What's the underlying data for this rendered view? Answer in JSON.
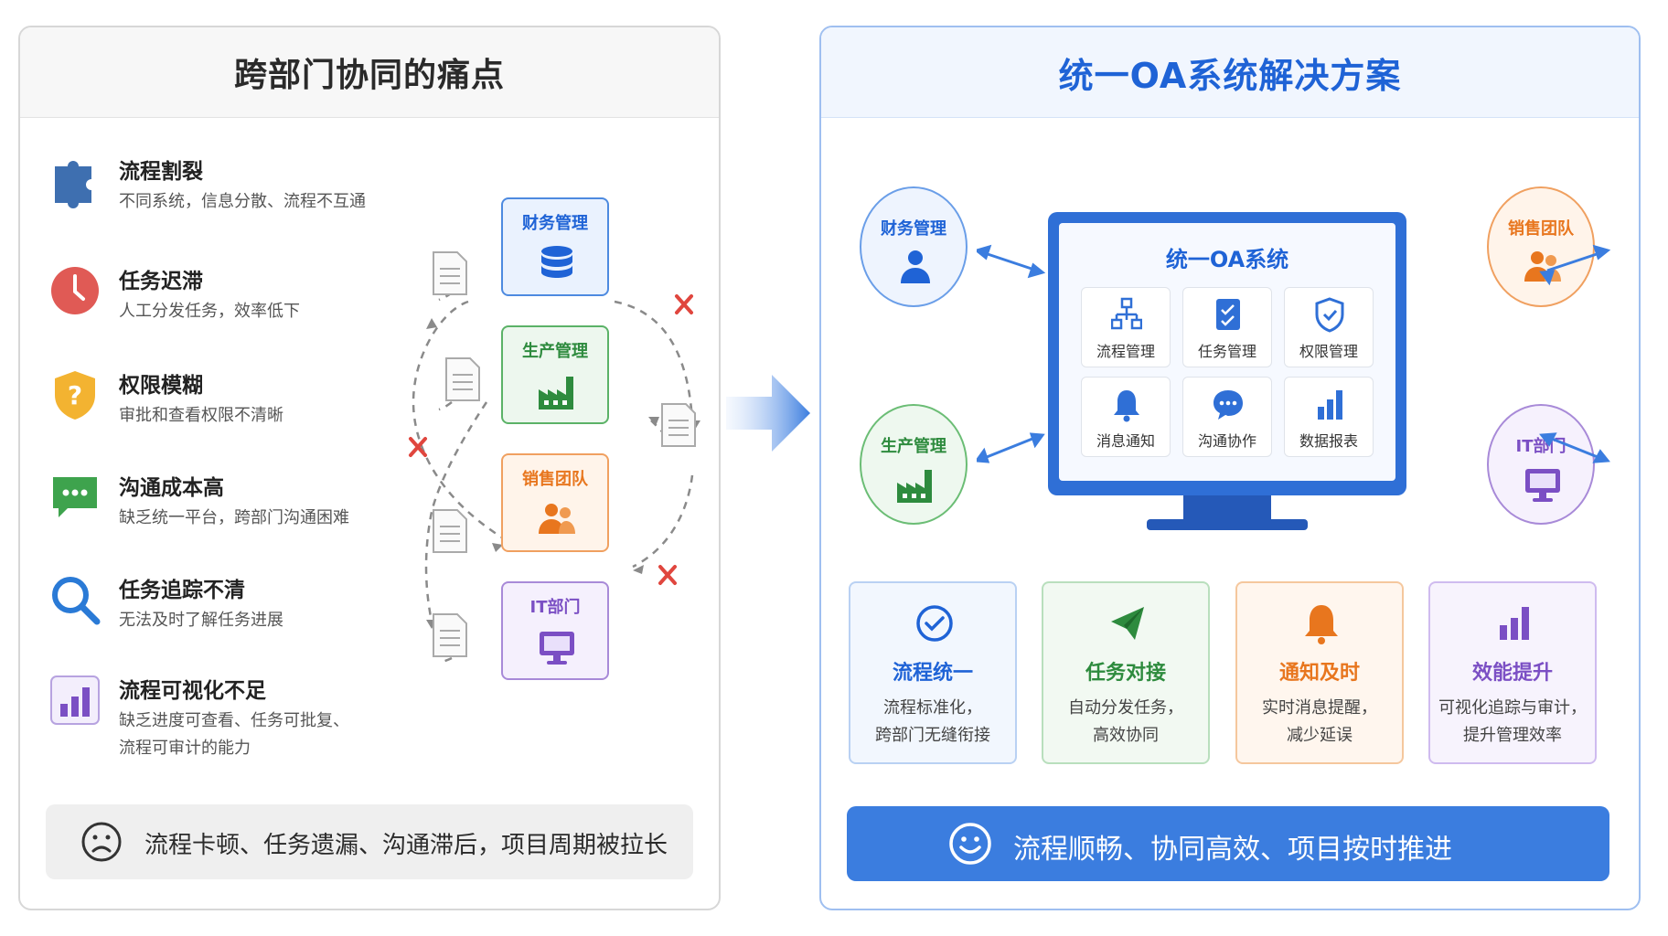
{
  "left_panel": {
    "title": "跨部门协同的痛点",
    "pain_points": [
      {
        "title": "流程割裂",
        "desc": "不同系统，信息分散、流程不互通",
        "icon": "puzzle-icon"
      },
      {
        "title": "任务迟滞",
        "desc": "人工分发任务，效率低下",
        "icon": "clock-icon"
      },
      {
        "title": "权限模糊",
        "desc": "审批和查看权限不清晰",
        "icon": "shield-question-icon"
      },
      {
        "title": "沟通成本高",
        "desc": "缺乏统一平台，跨部门沟通困难",
        "icon": "chat-icon"
      },
      {
        "title": "任务追踪不清",
        "desc": "无法及时了解任务进展",
        "icon": "magnifier-icon"
      },
      {
        "title": "流程可视化不足",
        "desc": "缺乏进度可查看、任务可批复、流程可审计的能力",
        "icon": "bar-chart-icon"
      }
    ],
    "departments": [
      "财务管理",
      "生产管理",
      "销售团队",
      "IT部门"
    ],
    "summary": "流程卡顿、任务遗漏、沟通滞后，项目周期被拉长"
  },
  "right_panel": {
    "title": "统一OA系统解决方案",
    "system_title": "统一OA系统",
    "modules": [
      "流程管理",
      "任务管理",
      "权限管理",
      "消息通知",
      "沟通协作",
      "数据报表"
    ],
    "departments": [
      "财务管理",
      "生产管理",
      "销售团队",
      "IT部门"
    ],
    "benefits": [
      {
        "title": "流程统一",
        "line1": "流程标准化，",
        "line2": "跨部门无缝衔接",
        "color": "#1f63d6"
      },
      {
        "title": "任务对接",
        "line1": "自动分发任务，",
        "line2": "高效协同",
        "color": "#2e8b3e"
      },
      {
        "title": "通知及时",
        "line1": "实时消息提醒，",
        "line2": "减少延误",
        "color": "#e8761e"
      },
      {
        "title": "效能提升",
        "line1": "可视化追踪与审计，",
        "line2": "提升管理效率",
        "color": "#7b4fc4"
      }
    ],
    "summary": "流程顺畅、协同高效、项目按时推进"
  },
  "colors": {
    "finance": "#1f63d6",
    "production": "#2e8b3e",
    "sales": "#e8761e",
    "it": "#7b4fc4",
    "error": "#e0463e"
  }
}
